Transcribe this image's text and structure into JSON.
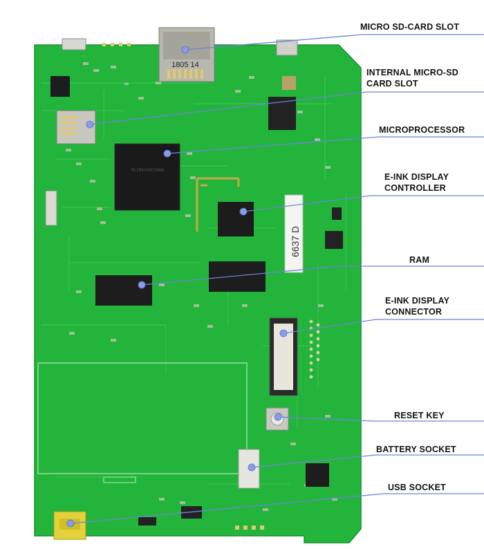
{
  "diagram": {
    "colors": {
      "board": "#23b53b",
      "board_dark": "#1c9a31",
      "trace": "#5fd36c",
      "chip": "#1a1a1a",
      "pad": "#c9c9b8",
      "callout_line": "#6f82d8",
      "dot": "#8a9bea",
      "label_text": "#111111"
    },
    "board_markings": {
      "sd_slot_code": "1805 14",
      "sticker_code": "6637 D"
    },
    "labels": [
      {
        "id": "micro-sd-card-slot",
        "lines": [
          "MICRO SD-CARD SLOT"
        ]
      },
      {
        "id": "internal-micro-sd-card-slot",
        "lines": [
          "INTERNAL MICRO-SD",
          "CARD SLOT"
        ]
      },
      {
        "id": "microprocessor",
        "lines": [
          "MICROPROCESSOR"
        ]
      },
      {
        "id": "e-ink-display-controller",
        "lines": [
          "E-INK DISPLAY",
          "CONTROLLER"
        ]
      },
      {
        "id": "ram",
        "lines": [
          "RAM"
        ]
      },
      {
        "id": "e-ink-display-connector",
        "lines": [
          "E-INK DISPLAY",
          "CONNECTOR"
        ]
      },
      {
        "id": "reset-key",
        "lines": [
          "RESET KEY"
        ]
      },
      {
        "id": "battery-socket",
        "lines": [
          "BATTERY SOCKET"
        ]
      },
      {
        "id": "usb-socket",
        "lines": [
          "USB SOCKET"
        ]
      }
    ]
  }
}
